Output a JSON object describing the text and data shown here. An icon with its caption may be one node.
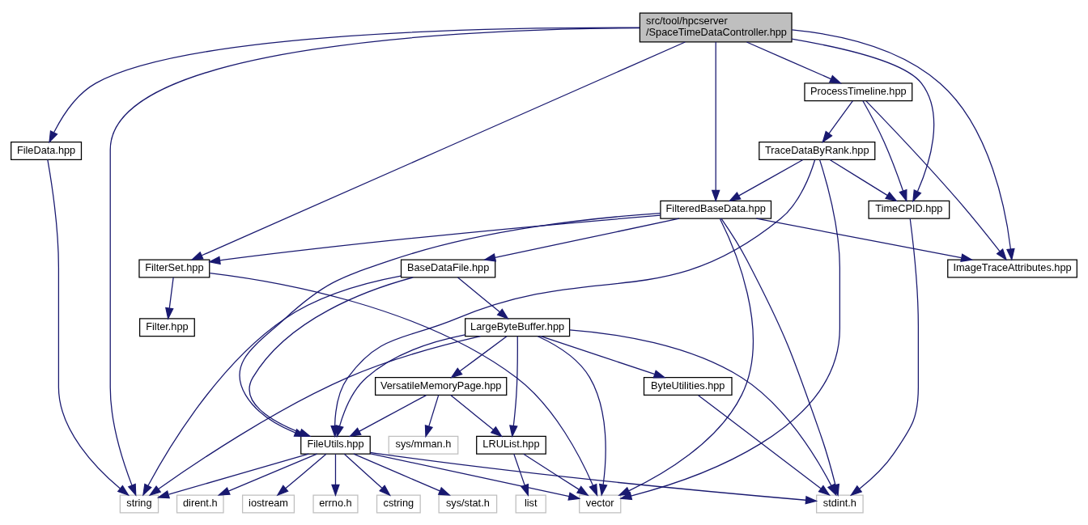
{
  "diagram": {
    "nodes": [
      {
        "text": [
          "src/tool/hpcserver /SpaceTimeDataController.hpp"
        ]
      },
      {
        "text": [
          "FileData.hpp"
        ]
      },
      {
        "text": [
          "ProcessTimeline.hpp"
        ]
      },
      {
        "text": [
          "TraceDataByRank.hpp"
        ]
      },
      {
        "text": [
          "FilteredBaseData.hpp"
        ]
      },
      {
        "text": [
          "TimeCPID.hpp"
        ]
      },
      {
        "text": [
          "FilterSet.hpp"
        ]
      },
      {
        "text": [
          "BaseDataFile.hpp"
        ]
      },
      {
        "text": [
          "ImageTraceAttributes.hpp"
        ]
      },
      {
        "text": [
          "Filter.hpp"
        ]
      },
      {
        "text": [
          "LargeByteBuffer.hpp"
        ]
      },
      {
        "text": [
          "VersatileMemoryPage.hpp"
        ]
      },
      {
        "text": [
          "ByteUtilities.hpp"
        ]
      },
      {
        "text": [
          "LRUList.hpp"
        ]
      },
      {
        "text": [
          "sys/mman.h"
        ]
      },
      {
        "text": [
          "FileUtils.hpp"
        ]
      },
      {
        "text": [
          "string"
        ]
      },
      {
        "text": [
          "vector"
        ]
      },
      {
        "text": [
          "list"
        ]
      },
      {
        "text": [
          "cstring"
        ]
      },
      {
        "text": [
          "sys/stat.h"
        ]
      },
      {
        "text": [
          "dirent.h"
        ]
      },
      {
        "text": [
          "iostream"
        ]
      },
      {
        "text": [
          "errno.h"
        ]
      },
      {
        "text": [
          "stdint.h"
        ]
      }
    ],
    "edges": [
      {
        "from": 0,
        "to": 1,
        "arrow": "to"
      },
      {
        "from": 0,
        "to": 16,
        "arrow": "to"
      },
      {
        "from": 0,
        "to": 6,
        "arrow": "to"
      },
      {
        "from": 0,
        "to": 4,
        "arrow": "to"
      },
      {
        "from": 0,
        "to": 8,
        "arrow": "to"
      },
      {
        "from": 0,
        "to": 2,
        "arrow": "to"
      },
      {
        "from": 0,
        "to": 5,
        "arrow": "to"
      },
      {
        "from": 1,
        "to": 16,
        "arrow": "to"
      },
      {
        "from": 2,
        "to": 3,
        "arrow": "to"
      },
      {
        "from": 2,
        "to": 8,
        "arrow": "to"
      },
      {
        "from": 2,
        "to": 5,
        "arrow": "to"
      },
      {
        "from": 3,
        "to": 17,
        "arrow": "to"
      },
      {
        "from": 3,
        "to": 4,
        "arrow": "to"
      },
      {
        "from": 3,
        "to": 5,
        "arrow": "to"
      },
      {
        "from": 3,
        "to": 15,
        "arrow": "to"
      },
      {
        "from": 4,
        "to": 6,
        "arrow": "to"
      },
      {
        "from": 4,
        "to": 17,
        "arrow": "to"
      },
      {
        "from": 4,
        "to": 7,
        "arrow": "to"
      },
      {
        "from": 4,
        "to": 8,
        "arrow": "to"
      },
      {
        "from": 4,
        "to": 15,
        "arrow": "to"
      },
      {
        "from": 4,
        "to": 24,
        "arrow": "to"
      },
      {
        "from": 5,
        "to": 24,
        "arrow": "to"
      },
      {
        "from": 6,
        "to": 9,
        "arrow": "to"
      },
      {
        "from": 6,
        "to": 17,
        "arrow": "to"
      },
      {
        "from": 7,
        "to": 10,
        "arrow": "to"
      },
      {
        "from": 7,
        "to": 16,
        "arrow": "to"
      },
      {
        "from": 7,
        "to": 15,
        "arrow": "to"
      },
      {
        "from": 10,
        "to": 16,
        "arrow": "to"
      },
      {
        "from": 10,
        "to": 17,
        "arrow": "to"
      },
      {
        "from": 10,
        "to": 13,
        "arrow": "to"
      },
      {
        "from": 10,
        "to": 11,
        "arrow": "to"
      },
      {
        "from": 10,
        "to": 15,
        "arrow": "to"
      },
      {
        "from": 10,
        "to": 24,
        "arrow": "to"
      },
      {
        "from": 10,
        "to": 12,
        "arrow": "to"
      },
      {
        "from": 11,
        "to": 13,
        "arrow": "to"
      },
      {
        "from": 11,
        "to": 14,
        "arrow": "to"
      },
      {
        "from": 11,
        "to": 15,
        "arrow": "to"
      },
      {
        "from": 12,
        "to": 24,
        "arrow": "to"
      },
      {
        "from": 13,
        "to": 17,
        "arrow": "to"
      },
      {
        "from": 13,
        "to": 18,
        "arrow": "to"
      },
      {
        "from": 15,
        "to": 16,
        "arrow": "to"
      },
      {
        "from": 15,
        "to": 17,
        "arrow": "to"
      },
      {
        "from": 15,
        "to": 19,
        "arrow": "to"
      },
      {
        "from": 15,
        "to": 20,
        "arrow": "to"
      },
      {
        "from": 15,
        "to": 21,
        "arrow": "to"
      },
      {
        "from": 15,
        "to": 22,
        "arrow": "to"
      },
      {
        "from": 15,
        "to": 23,
        "arrow": "to"
      },
      {
        "from": 15,
        "to": 24,
        "arrow": "to"
      }
    ]
  }
}
